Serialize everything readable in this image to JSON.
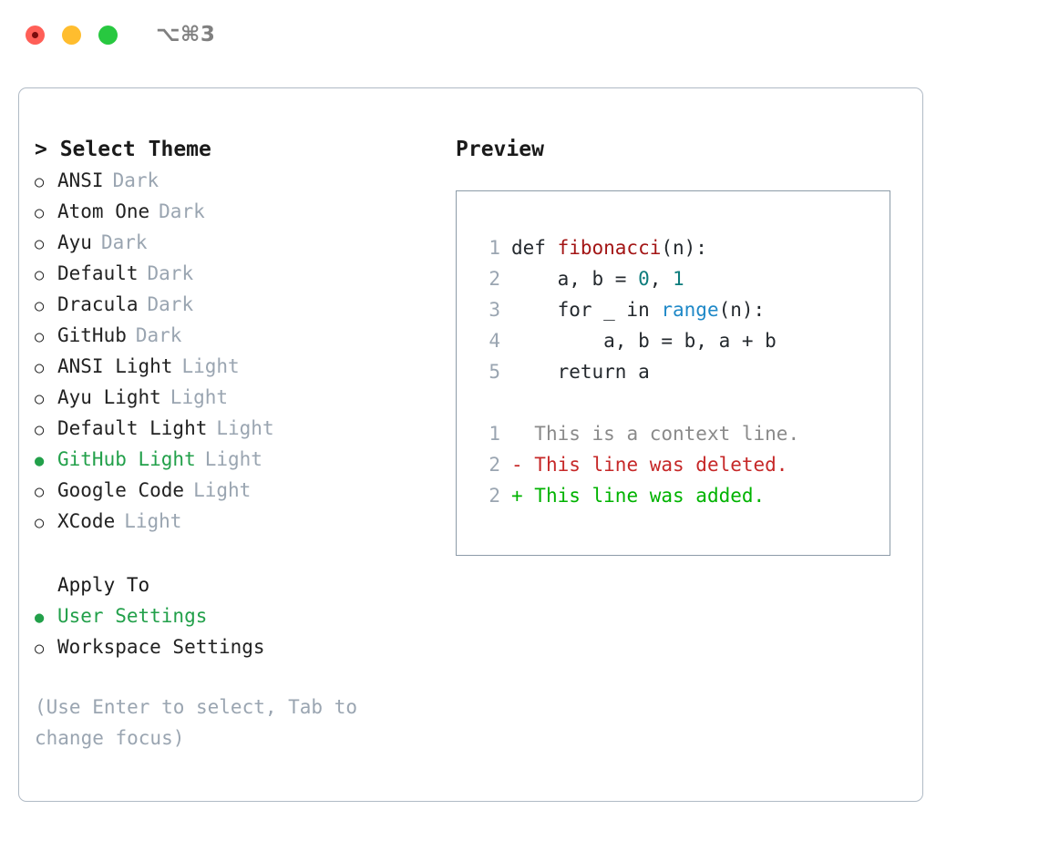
{
  "window": {
    "shortcut": "⌥⌘3",
    "traffic_lights": [
      "close",
      "minimize",
      "maximize"
    ],
    "colors": {
      "close": "#ff5f57",
      "minimize": "#ffbd2e",
      "maximize": "#28c840",
      "accent_green": "#22a04a",
      "muted": "#9aa5b1",
      "border": "#b0bac5",
      "preview_border": "#8c9ba8"
    }
  },
  "theme_picker": {
    "heading": "> Select Theme",
    "bullet_unselected": "○",
    "bullet_selected": "●",
    "items": [
      {
        "name": "ANSI",
        "suffix": "Dark",
        "selected": false
      },
      {
        "name": "Atom One",
        "suffix": "Dark",
        "selected": false
      },
      {
        "name": "Ayu",
        "suffix": "Dark",
        "selected": false
      },
      {
        "name": "Default",
        "suffix": "Dark",
        "selected": false
      },
      {
        "name": "Dracula",
        "suffix": "Dark",
        "selected": false
      },
      {
        "name": "GitHub",
        "suffix": "Dark",
        "selected": false
      },
      {
        "name": "ANSI Light",
        "suffix": "Light",
        "selected": false
      },
      {
        "name": "Ayu Light",
        "suffix": "Light",
        "selected": false
      },
      {
        "name": "Default Light",
        "suffix": "Light",
        "selected": false
      },
      {
        "name": "GitHub Light",
        "suffix": "Light",
        "selected": true
      },
      {
        "name": "Google Code",
        "suffix": "Light",
        "selected": false
      },
      {
        "name": "XCode",
        "suffix": "Light",
        "selected": false
      }
    ]
  },
  "apply_to": {
    "title": "Apply To",
    "items": [
      {
        "name": "User Settings",
        "selected": true
      },
      {
        "name": "Workspace Settings",
        "selected": false
      }
    ]
  },
  "hint": "(Use Enter to select, Tab to\nchange focus)",
  "preview": {
    "title": "Preview",
    "code_lines": [
      {
        "num": "1",
        "tokens": [
          {
            "t": "def ",
            "c": "code"
          },
          {
            "t": "fibonacci",
            "c": "tok-fn"
          },
          {
            "t": "(n):",
            "c": "code"
          }
        ]
      },
      {
        "num": "2",
        "tokens": [
          {
            "t": "    a, b = ",
            "c": "code"
          },
          {
            "t": "0",
            "c": "tok-num"
          },
          {
            "t": ", ",
            "c": "code"
          },
          {
            "t": "1",
            "c": "tok-num"
          }
        ]
      },
      {
        "num": "3",
        "tokens": [
          {
            "t": "    for _ in ",
            "c": "code"
          },
          {
            "t": "range",
            "c": "tok-blt"
          },
          {
            "t": "(n):",
            "c": "code"
          }
        ]
      },
      {
        "num": "4",
        "tokens": [
          {
            "t": "        a, b = b, a + b",
            "c": "code"
          }
        ]
      },
      {
        "num": "5",
        "tokens": [
          {
            "t": "    return a",
            "c": "code"
          }
        ]
      }
    ],
    "diff_lines": [
      {
        "num": "1",
        "marker": "  ",
        "text": "This is a context line.",
        "kind": "diff-ctx"
      },
      {
        "num": "2",
        "marker": "- ",
        "text": "This line was deleted.",
        "kind": "diff-del"
      },
      {
        "num": "2",
        "marker": "+ ",
        "text": "This line was added.",
        "kind": "diff-add"
      }
    ]
  }
}
